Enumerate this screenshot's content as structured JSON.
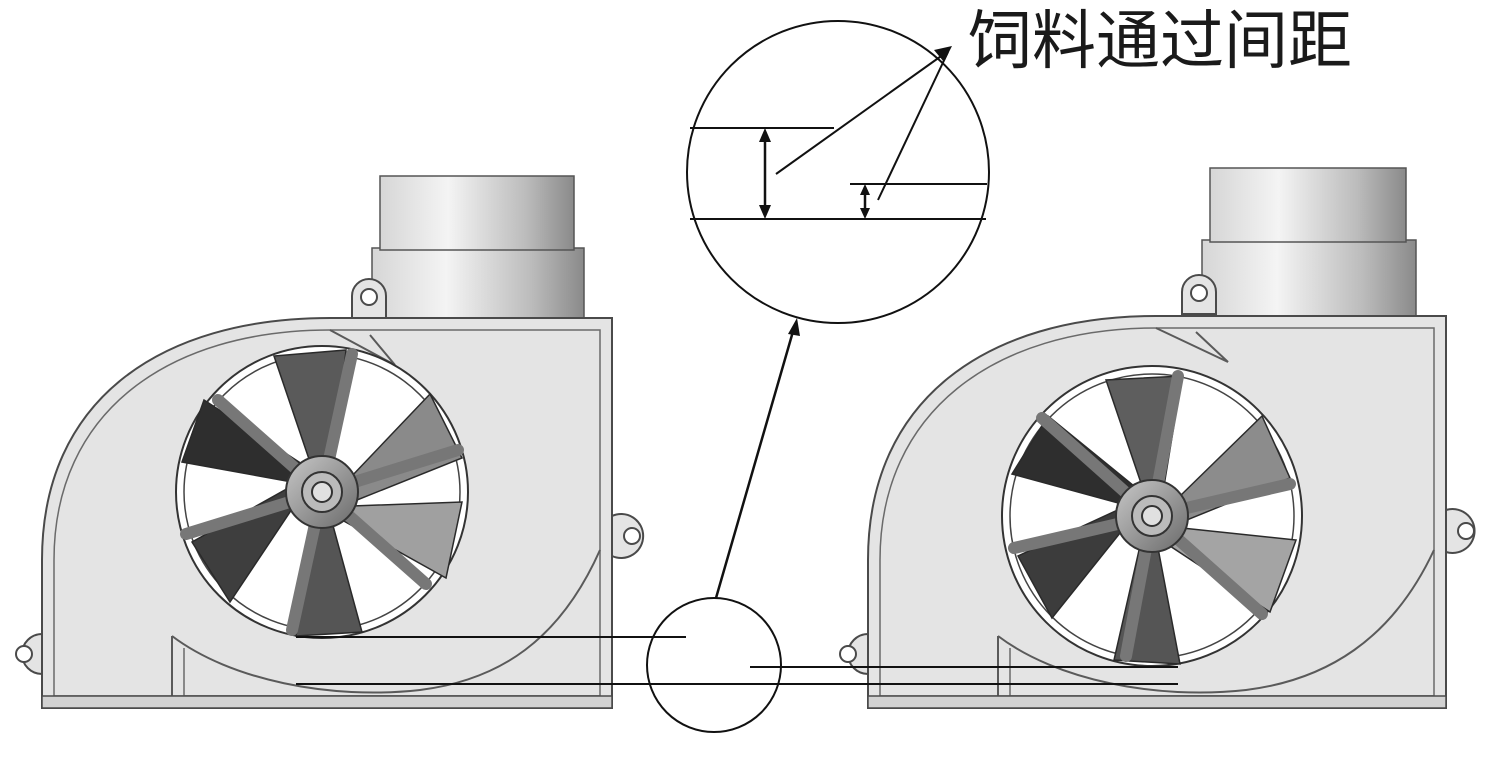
{
  "annotation": {
    "label": "饲料通过间距"
  },
  "colors": {
    "housing_fill": "#e4e4e4",
    "housing_stroke": "#4a4a4a",
    "blade_dark": "#3a3a3a",
    "blade_mid": "#7a7a7a",
    "blade_light": "#a8a8a8",
    "line": "#111111"
  },
  "fans": [
    {
      "name": "left-fan",
      "blade_count": 6,
      "gap": "large"
    },
    {
      "name": "right-fan",
      "blade_count": 6,
      "gap": "small"
    }
  ]
}
